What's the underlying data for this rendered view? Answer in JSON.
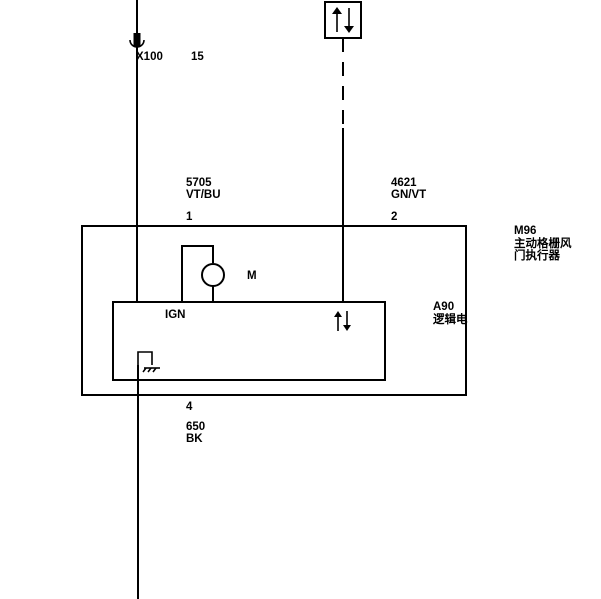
{
  "connector": {
    "name": "X100",
    "pin": "15"
  },
  "wire_left": {
    "circuit": "5705",
    "color": "VT/BU",
    "pin": "1"
  },
  "wire_right": {
    "circuit": "4621",
    "color": "GN/VT",
    "pin": "2"
  },
  "wire_ground": {
    "pin": "4",
    "circuit": "650",
    "color": "BK"
  },
  "component_outer": {
    "id": "M96",
    "name_line1": "主动格栅风",
    "name_line2": "门执行器"
  },
  "component_inner": {
    "id": "A90",
    "name": "逻辑电"
  },
  "motor_label": "M",
  "ign_label": "IGN",
  "icons": [
    "bidirectional-data-icon",
    "ground-icon",
    "motor-icon",
    "connector-icon"
  ]
}
